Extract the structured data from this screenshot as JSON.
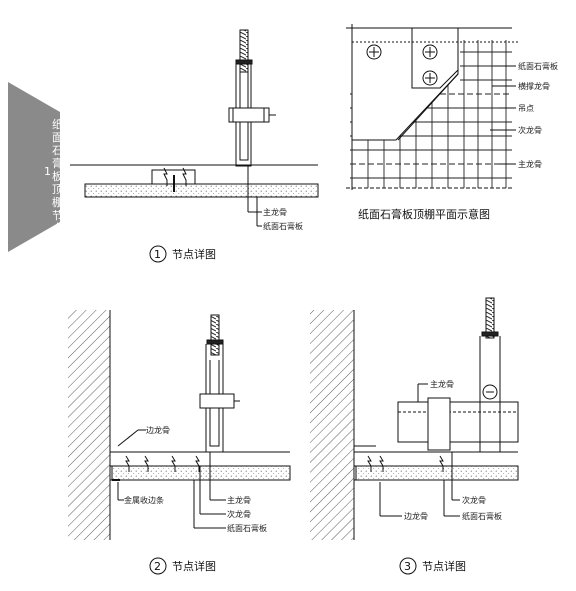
{
  "side_tab": {
    "number": "1",
    "title_chars": [
      "纸",
      "面",
      "石",
      "膏",
      "板",
      "顶",
      "棚",
      "节",
      "点"
    ]
  },
  "detail1": {
    "circle_number": "1",
    "caption": "节点详图",
    "labels": {
      "main_keel": "主龙骨",
      "gypsum_board": "纸面石膏板"
    }
  },
  "plan": {
    "caption": "纸面石膏板顶棚平面示意图",
    "labels": {
      "gypsum_board": "纸面石膏板",
      "cross_brace": "横撑龙骨",
      "hanger_point": "吊点",
      "secondary_keel": "次龙骨",
      "main_keel": "主龙骨"
    }
  },
  "detail2": {
    "circle_number": "2",
    "caption": "节点详图",
    "labels": {
      "edge_keel": "边龙骨",
      "metal_edge": "金属收边条",
      "main_keel": "主龙骨",
      "secondary_keel": "次龙骨",
      "gypsum_board": "纸面石膏板"
    }
  },
  "detail3": {
    "circle_number": "3",
    "caption": "节点详图",
    "labels": {
      "main_keel": "主龙骨",
      "secondary_keel": "次龙骨",
      "edge_keel": "边龙骨",
      "gypsum_board": "纸面石膏板"
    }
  }
}
